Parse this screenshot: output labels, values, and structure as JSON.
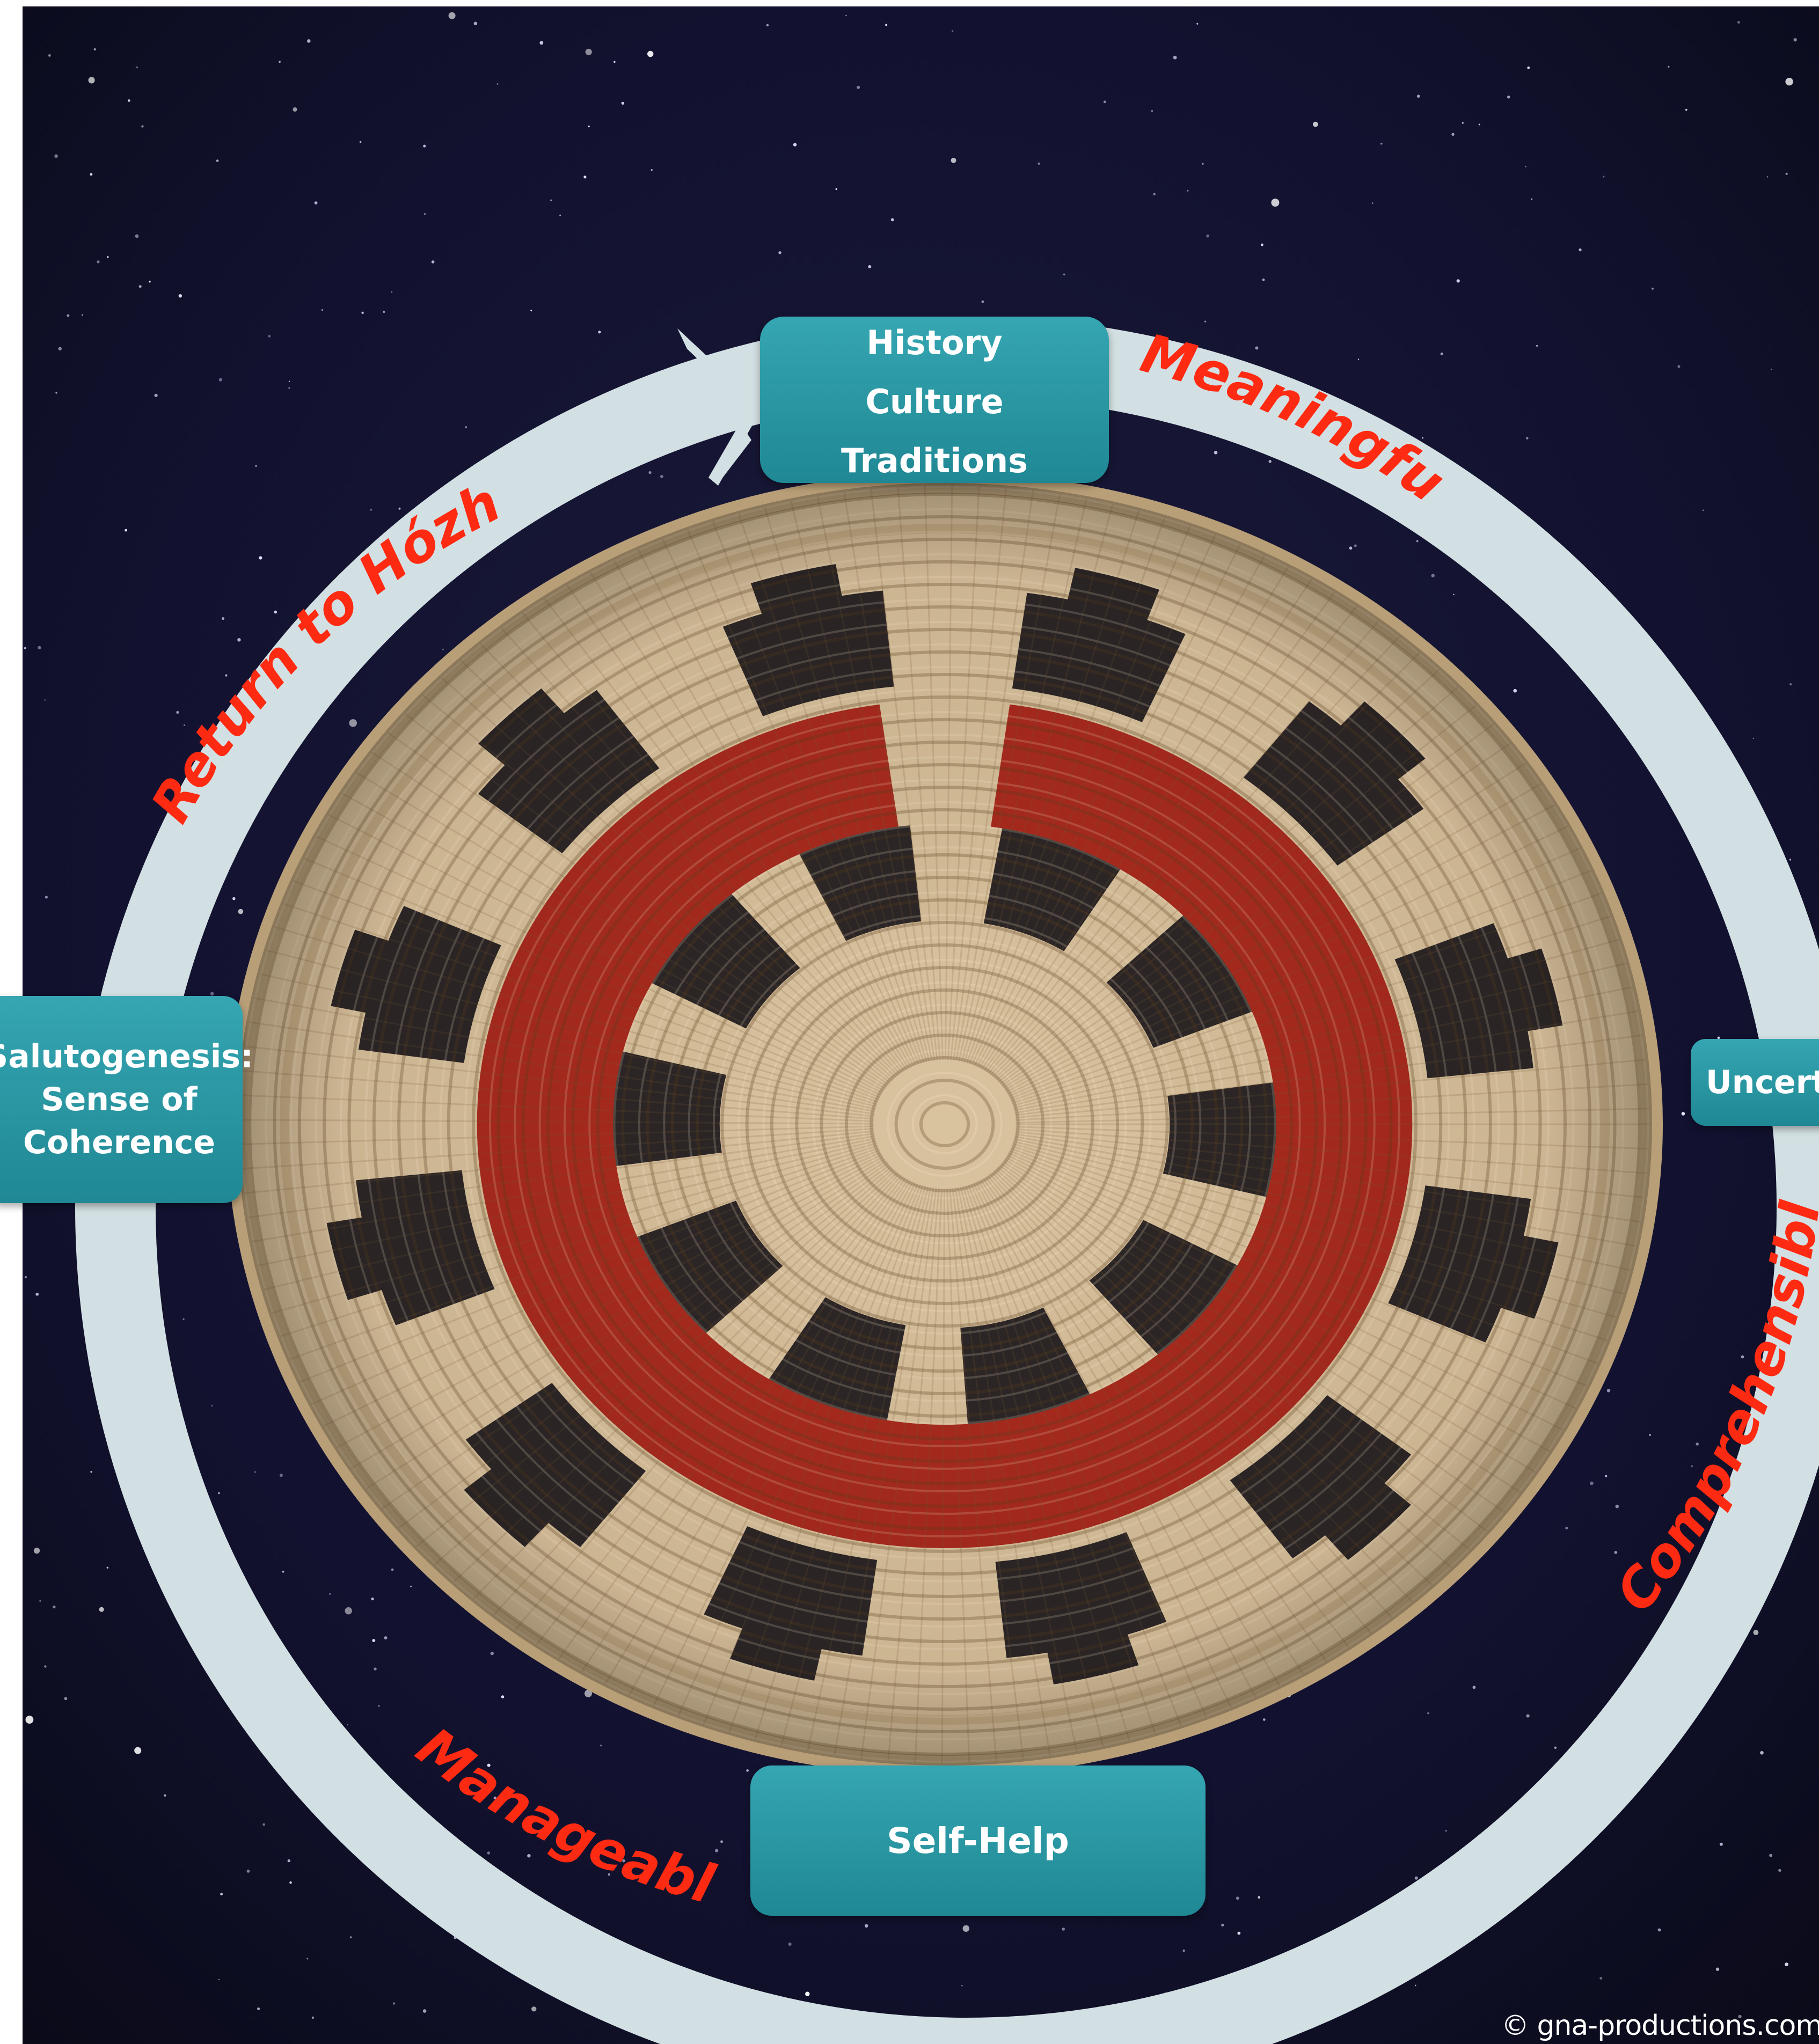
{
  "boxes": {
    "history": [
      "History",
      "Culture",
      "Traditions"
    ],
    "salutogenesis": [
      "Salutogenesis:",
      "Sense of",
      "Coherence"
    ],
    "uncertainty": "Uncert",
    "selfhelp": "Self-Help"
  },
  "arc_labels": {
    "return": "Return to  Hózhó",
    "meaningful": "Meaningful",
    "comprehensible": "Comprehensible",
    "manageable": "Manageable"
  },
  "watermark": "© gna-productions.com",
  "colors": {
    "background_sky": "#0f0f22",
    "ring": "#d3e0e3",
    "box": "#2a97a3",
    "label_text": "#ff2a12",
    "basket_tan": "#d5bd98",
    "basket_black": "#2c2626",
    "basket_red": "#a82a1e"
  },
  "icons": {
    "arrow": "arrow-head-right-icon",
    "basket": "woven-basket-image",
    "background": "starry-night-sky"
  }
}
